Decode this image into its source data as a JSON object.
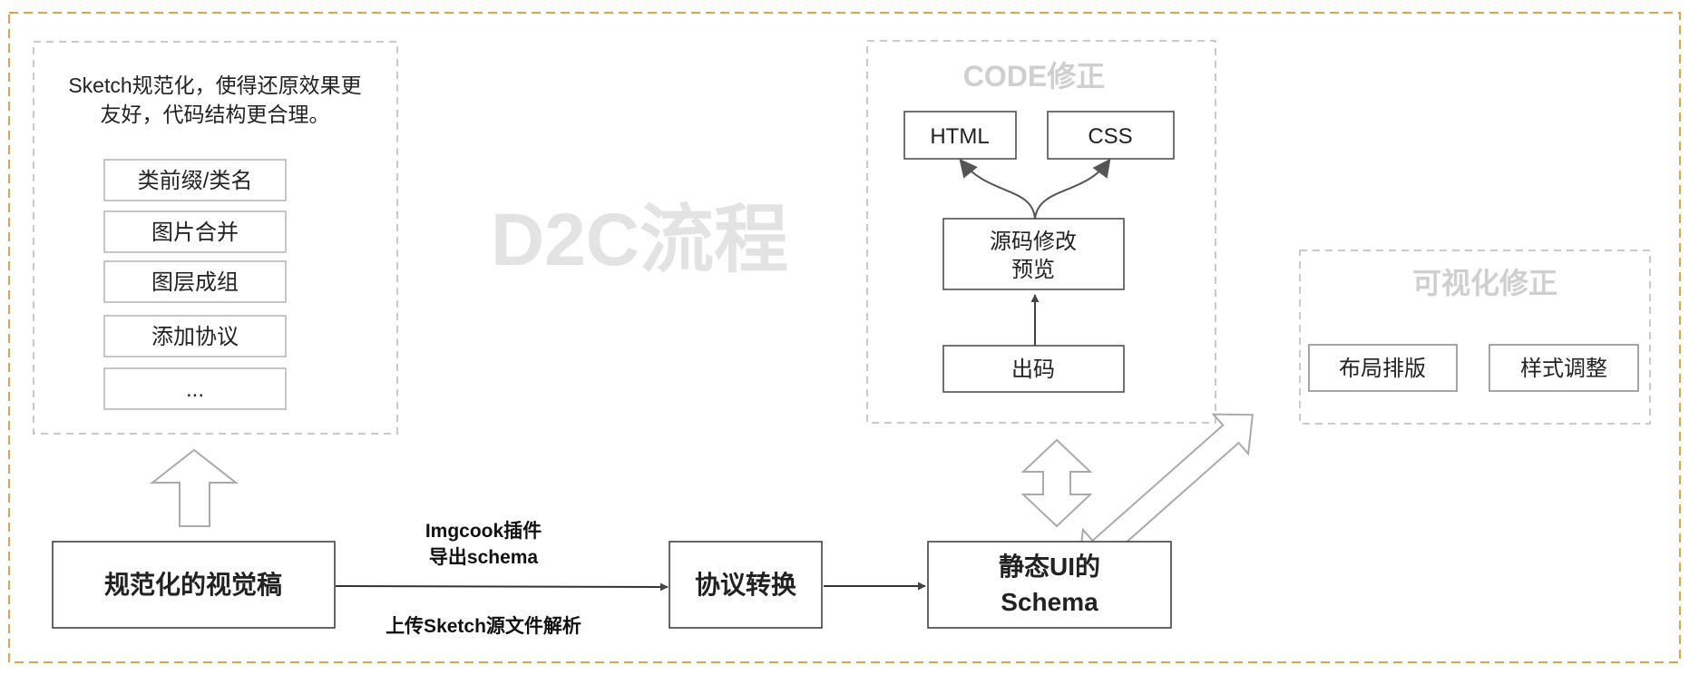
{
  "watermark": "D2C流程",
  "sketch_panel": {
    "description_line1": "Sketch规范化，使得还原效果更",
    "description_line2": "友好，代码结构更合理。",
    "items": [
      "类前缀/类名",
      "图片合并",
      "图层成组",
      "添加协议",
      "..."
    ]
  },
  "code_panel": {
    "title": "CODE修正",
    "html_label": "HTML",
    "css_label": "CSS",
    "preview_line1": "源码修改",
    "preview_line2": "预览",
    "output_label": "出码"
  },
  "visual_panel": {
    "title": "可视化修正",
    "layout_label": "布局排版",
    "style_label": "样式调整"
  },
  "flow": {
    "source_label": "规范化的视觉稿",
    "plugin_line1": "Imgcook插件",
    "plugin_line2": "导出schema",
    "upload_label": "上传Sketch源文件解析",
    "convert_label": "协议转换",
    "schema_line1": "静态UI的",
    "schema_line2": "Schema"
  },
  "colors": {
    "outer_border": "#e8a048",
    "panel_border": "#b8b8b8",
    "box_border": "#444444",
    "arrow": "#444444",
    "hollow_arrow": "#aaaaaa"
  }
}
